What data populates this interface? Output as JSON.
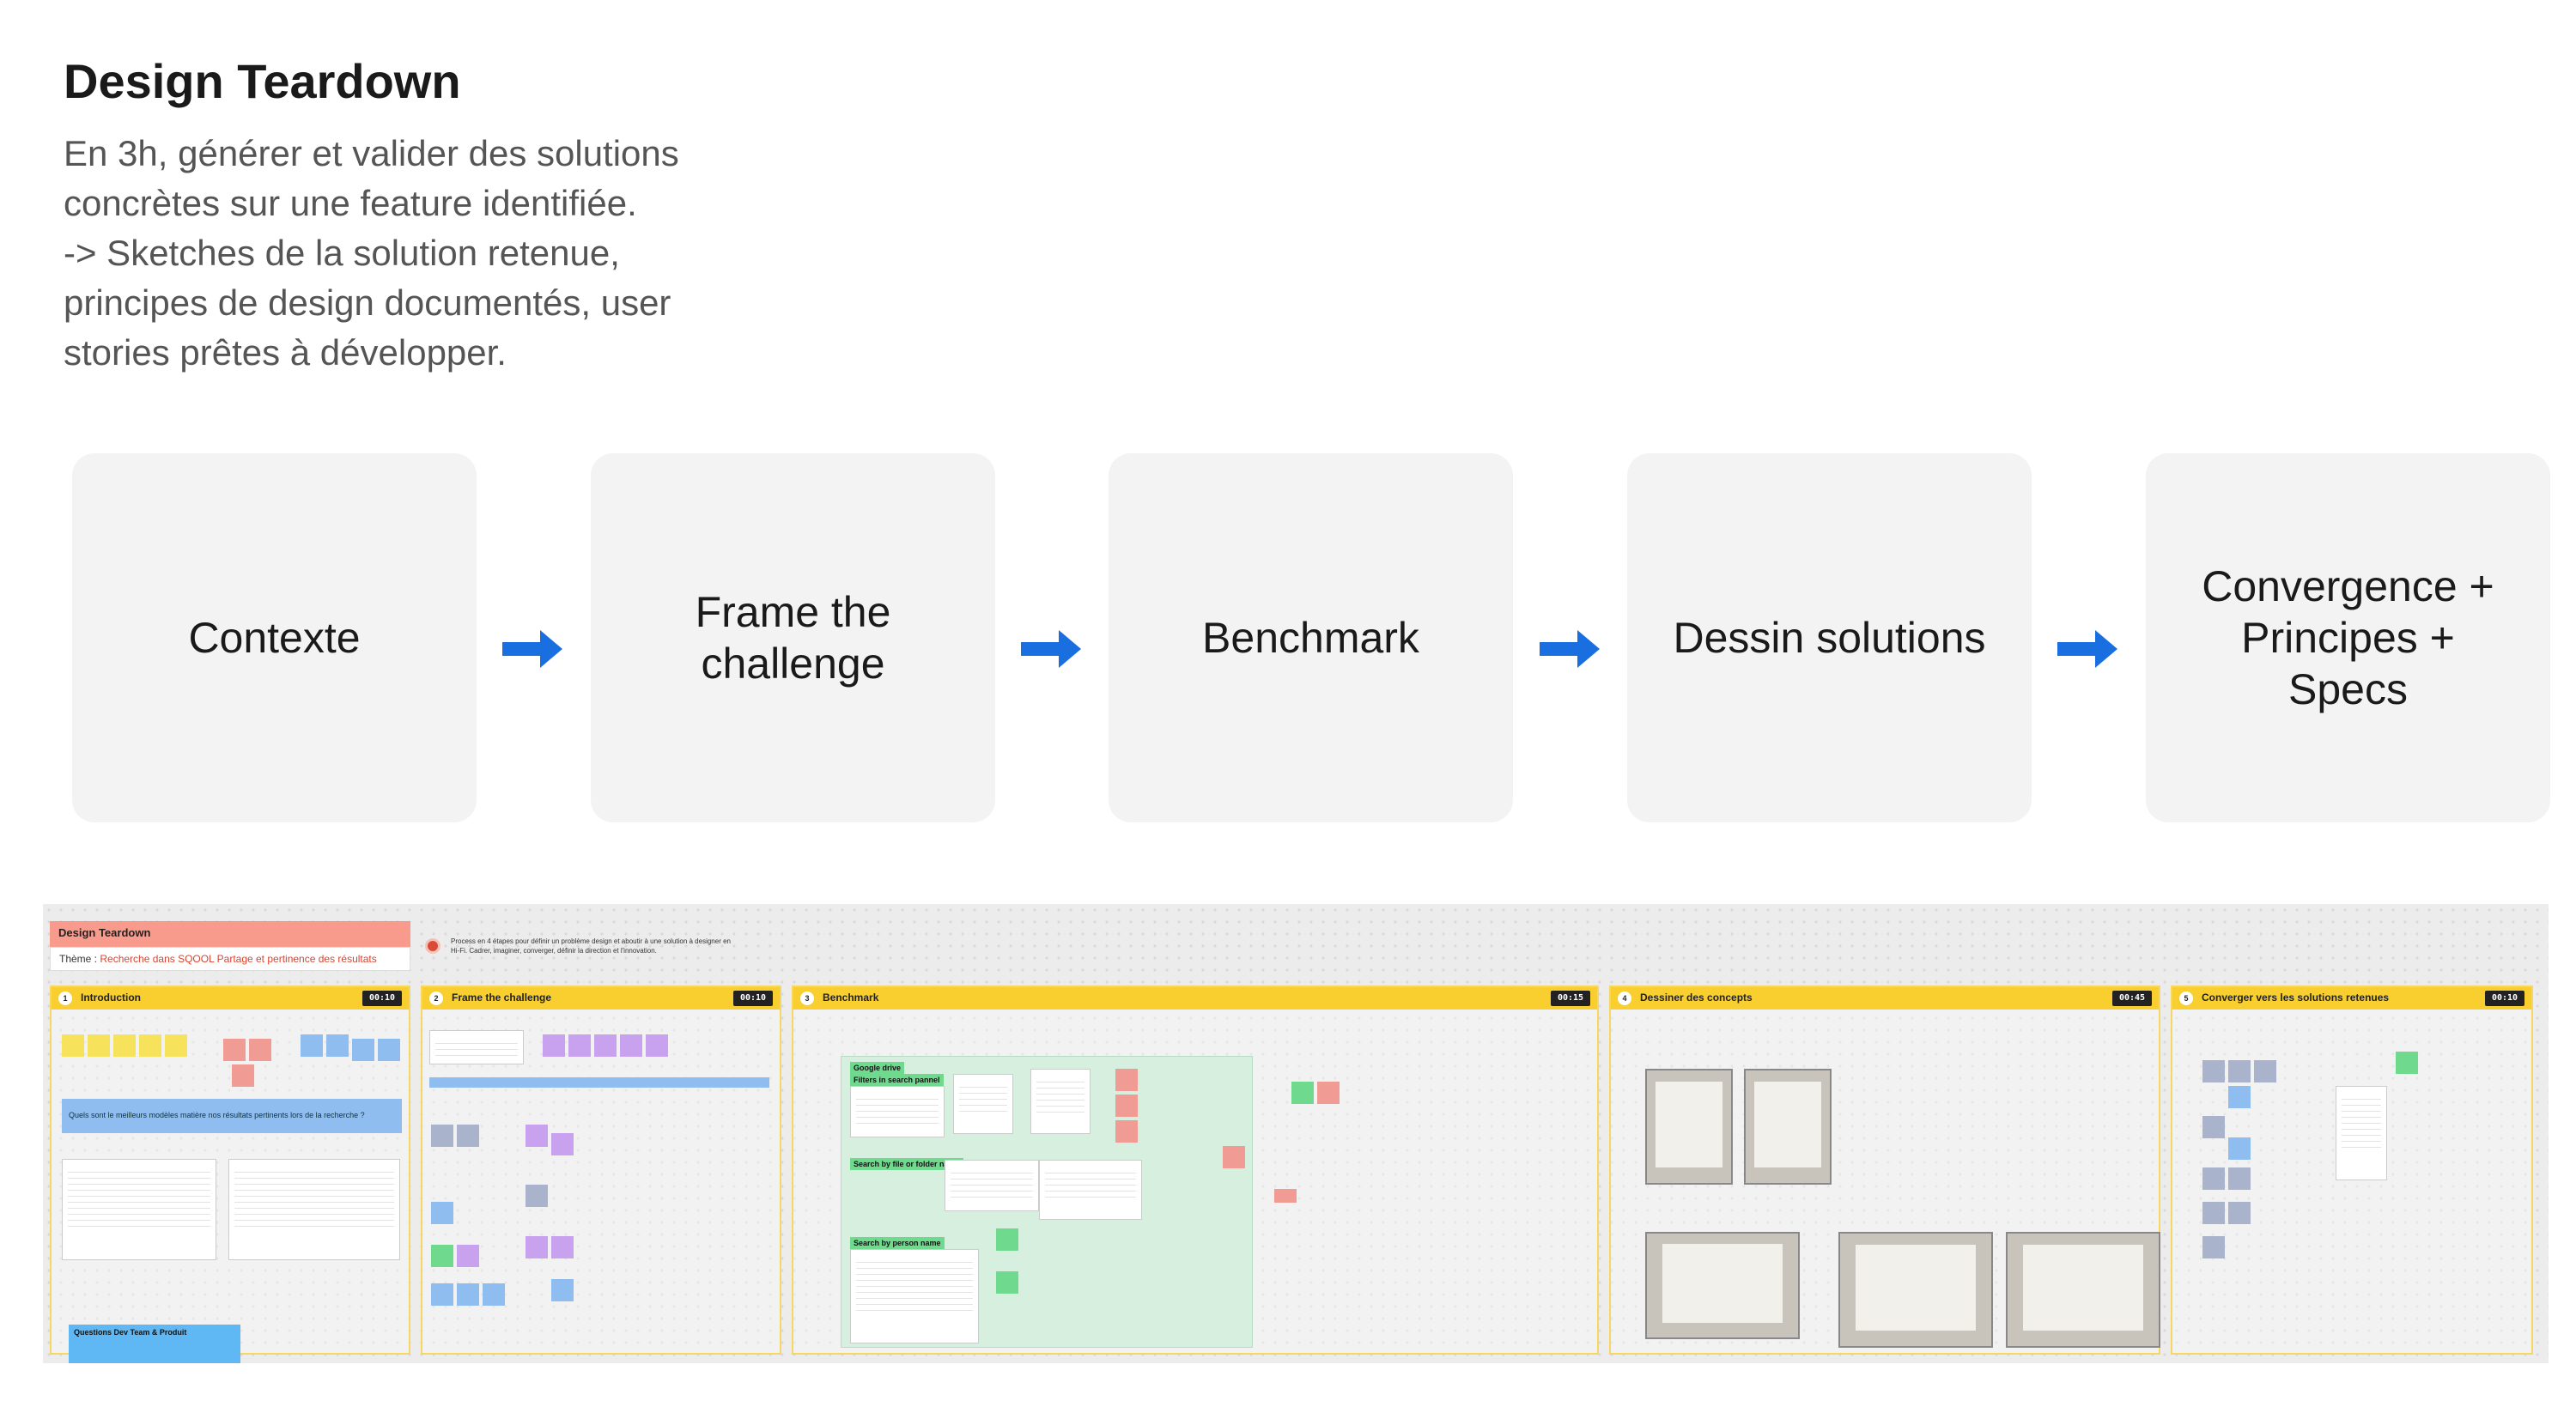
{
  "header": {
    "title": "Design Teardown",
    "description_lines": [
      "En 3h, générer et valider des solutions",
      "concrètes sur une feature identifiée.",
      "-> Sketches de la solution retenue,",
      "principes de design documentés, user",
      "stories prêtes à développer."
    ]
  },
  "steps": [
    {
      "label": "Contexte"
    },
    {
      "label": "Frame the\nchallenge"
    },
    {
      "label": "Benchmark"
    },
    {
      "label": "Dessin solutions"
    },
    {
      "label": "Convergence +\nPrincipes +\nSpecs"
    }
  ],
  "arrow_color": "#1a6fe0",
  "board": {
    "head_title": "Design Teardown",
    "theme_label": "Thème :",
    "theme_value": "Recherche dans SQOOL Partage et pertinence des résultats",
    "process_text": "Process en 4 étapes pour définir un problème design et aboutir à une solution à designer en Hi-Fi. Cadrer, imaginer, converger, définir la direction et l'innovation.",
    "sections": [
      {
        "num": "1",
        "title": "Introduction",
        "timer": "00:10"
      },
      {
        "num": "2",
        "title": "Frame the challenge",
        "timer": "00:10"
      },
      {
        "num": "3",
        "title": "Benchmark",
        "timer": "00:15"
      },
      {
        "num": "4",
        "title": "Dessiner des concepts",
        "timer": "00:45"
      },
      {
        "num": "5",
        "title": "Converger vers les solutions retenues",
        "timer": "00:10"
      }
    ],
    "benchmark_tags": [
      "Google drive",
      "Filters in search pannel",
      "Search by file or folder name",
      "Search by person name"
    ],
    "intro_question": "Quels sont le meilleurs modèles matière nos résultats pertinents lors de la recherche ?",
    "questions_box": "Questions Dev Team & Produit"
  },
  "colors": {
    "section_header": "#f9cf2f",
    "board_title_bg": "#f99b8c",
    "step_bg": "#f3f3f4"
  }
}
